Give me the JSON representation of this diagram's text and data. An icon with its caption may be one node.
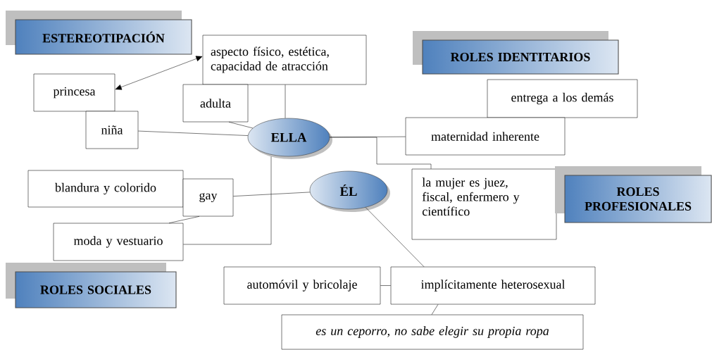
{
  "diagram": {
    "nodes": [
      {
        "text": [
          "ESTEREOTIPACIÓN"
        ]
      },
      {
        "text": [
          "aspecto físico, estética, capacidad de atracción"
        ]
      },
      {
        "text": [
          "princesa"
        ]
      },
      {
        "text": [
          "adulta"
        ]
      },
      {
        "text": [
          "niña"
        ]
      },
      {
        "text": [
          "ELLA"
        ]
      },
      {
        "text": [
          "ROLES IDENTITARIOS"
        ]
      },
      {
        "text": [
          "entrega a los demás"
        ]
      },
      {
        "text": [
          "maternidad inherente"
        ]
      },
      {
        "text": [
          "la mujer es juez, fiscal, enfermero y científico"
        ]
      },
      {
        "text": [
          "ROLES PROFESIONALES"
        ]
      },
      {
        "text": [
          "blandura y colorido"
        ]
      },
      {
        "text": [
          "gay"
        ]
      },
      {
        "text": [
          "ÉL"
        ]
      },
      {
        "text": [
          "moda y vestuario"
        ]
      },
      {
        "text": [
          "ROLES SOCIALES"
        ]
      },
      {
        "text": [
          "automóvil y bricolaje"
        ]
      },
      {
        "text": [
          "implícitamente heterosexual"
        ]
      },
      {
        "text": [
          "es un ceporro, no sabe elegir su propia ropa"
        ]
      }
    ],
    "edges": [
      {
        "from": 1,
        "to": 2,
        "arrow": "both"
      },
      {
        "from": 1,
        "to": 5,
        "arrow": "none"
      },
      {
        "from": 3,
        "to": 5,
        "arrow": "none"
      },
      {
        "from": 4,
        "to": 5,
        "arrow": "none"
      },
      {
        "from": 5,
        "to": 8,
        "arrow": "none"
      },
      {
        "from": 5,
        "to": 9,
        "arrow": "none"
      },
      {
        "from": 5,
        "to": 14,
        "arrow": "none"
      },
      {
        "from": 12,
        "to": 13,
        "arrow": "none"
      },
      {
        "from": 12,
        "to": 14,
        "arrow": "none"
      },
      {
        "from": 13,
        "to": 17,
        "arrow": "none"
      },
      {
        "from": 16,
        "to": 17,
        "arrow": "none"
      },
      {
        "from": 17,
        "to": 18,
        "arrow": "none"
      }
    ]
  }
}
